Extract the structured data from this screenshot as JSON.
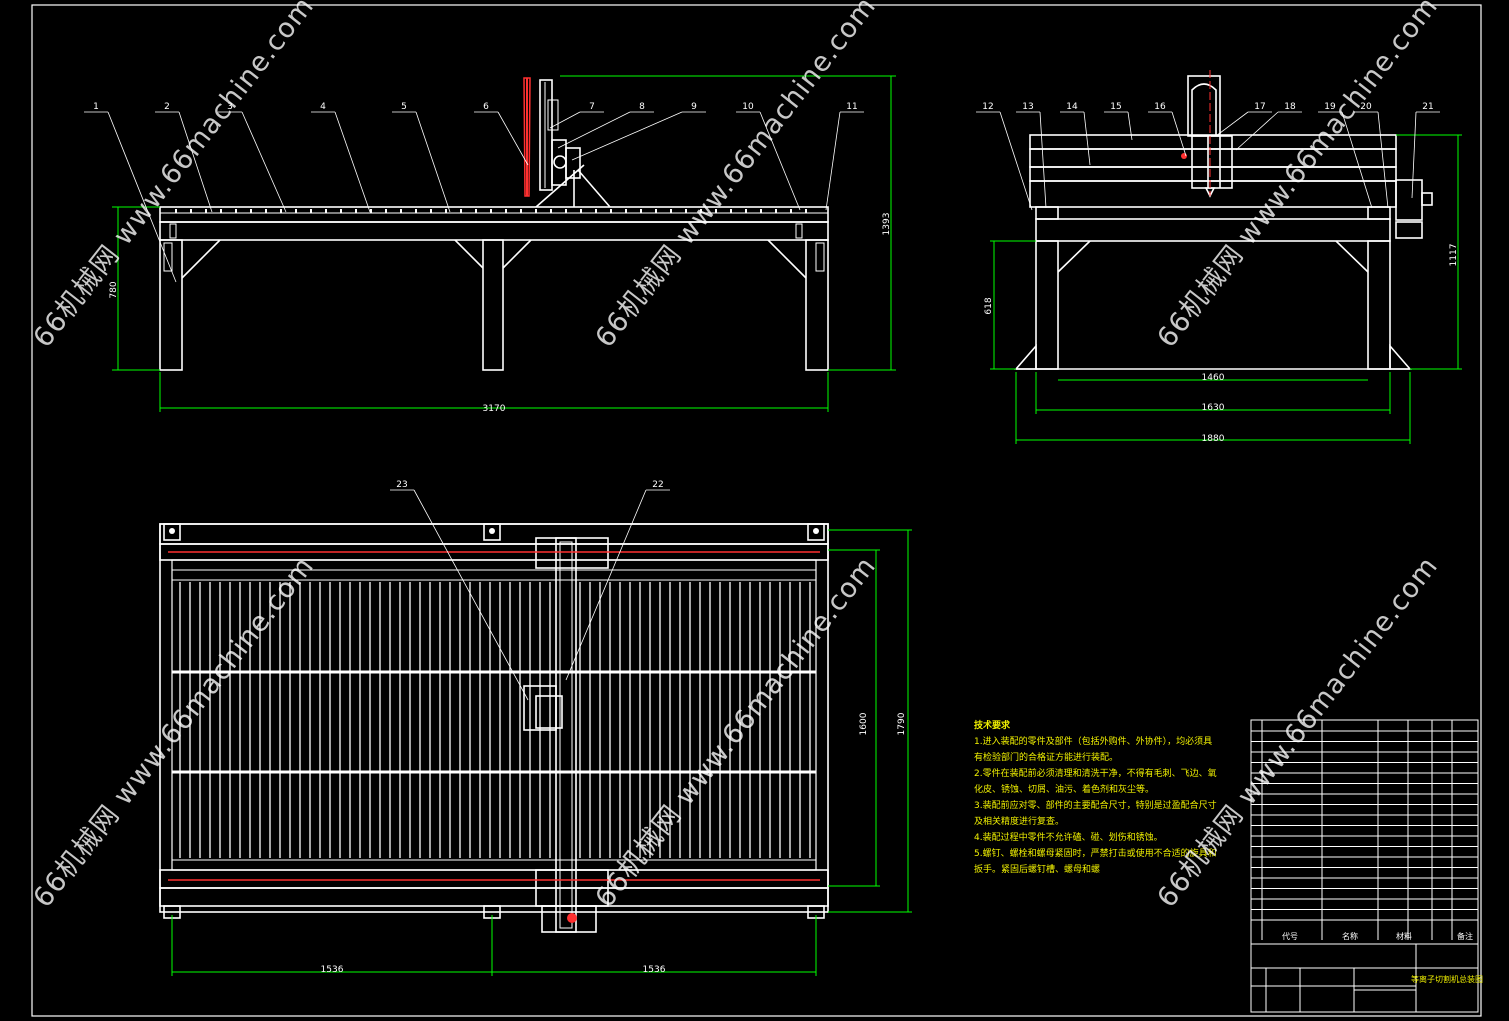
{
  "drawing": {
    "front_view": {
      "part_labels": [
        "1",
        "2",
        "3",
        "4",
        "5",
        "6",
        "7",
        "8",
        "9",
        "10",
        "11"
      ],
      "dimensions": {
        "width": "3170",
        "height": "780",
        "total_height": "1393"
      }
    },
    "side_view": {
      "part_labels": [
        "12",
        "13",
        "14",
        "15",
        "16",
        "17",
        "18",
        "19",
        "20",
        "21"
      ],
      "dimensions": {
        "inner": "1460",
        "middle": "1630",
        "outer": "1880",
        "table_height": "618",
        "total_height": "1117"
      }
    },
    "top_view": {
      "part_labels": [
        "23",
        "22"
      ],
      "dimensions": {
        "left_span": "1536",
        "right_span": "1536",
        "inner_height": "1600",
        "outer_height": "1790"
      }
    },
    "technical_requirements": {
      "title": "技术要求",
      "lines": [
        "1.进入装配的零件及部件（包括外购件、外协件），均必须具",
        "有检验部门的合格证方能进行装配。",
        "2.零件在装配前必须清理和清洗干净，不得有毛刺、飞边、氧",
        "化皮、锈蚀、切屑、油污、着色剂和灰尘等。",
        "3.装配前应对零、部件的主要配合尺寸，特别是过盈配合尺寸",
        "及相关精度进行复查。",
        "4.装配过程中零件不允许磕、碰、划伤和锈蚀。",
        "5.螺钉、螺栓和螺母紧固时，严禁打击或使用不合适的旋具和",
        "扳手。紧固后螺钉槽、螺母和螺"
      ]
    },
    "title_block": {
      "header_code": "代号",
      "header_name": "名称",
      "header_material": "材料",
      "header_remark": "备注",
      "drawing_name": "等离子切割机总装图"
    },
    "watermark": "66机械网 www.66machine.com"
  },
  "colors": {
    "background": "#000000",
    "lines": "#ffffff",
    "dimension": "#00ff00",
    "text": "#f0f000",
    "accent": "#ff3030"
  }
}
